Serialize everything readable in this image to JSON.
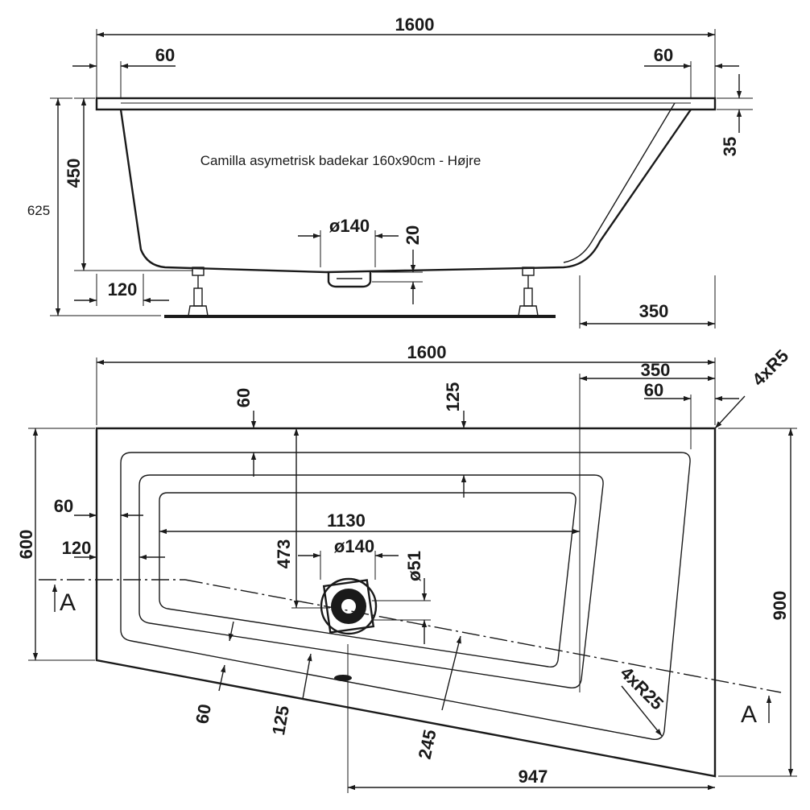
{
  "title": "Camilla asymetrisk badekar 160x90cm - Højre",
  "colors": {
    "ink": "#1a1a1a",
    "background": "#ffffff"
  },
  "side_view": {
    "overall_length": "1600",
    "rim_left": "60",
    "rim_right": "60",
    "rim_thickness": "35",
    "inner_depth": "450",
    "total_height": "625",
    "drain_diameter": "ø140",
    "drain_offset": "20",
    "leg_inset": "120",
    "right_leg_span": "350"
  },
  "top_view": {
    "overall_length": "1600",
    "right_segment": "350",
    "right_rim": "60",
    "corner_radius_outer": "4xR5",
    "top_rim": "60",
    "top_step": "125",
    "left_rim": "60",
    "left_step": "120",
    "inner_length": "1130",
    "drain_distance": "473",
    "drain_diameter": "ø140",
    "overflow_diameter": "ø51",
    "left_width": "600",
    "right_width": "900",
    "bottom_rim": "60",
    "bottom_step": "125",
    "bottom_inner": "245",
    "corner_radius_inner": "4xR25",
    "bottom_length": "947",
    "section_label_left": "A",
    "section_label_right": "A"
  }
}
